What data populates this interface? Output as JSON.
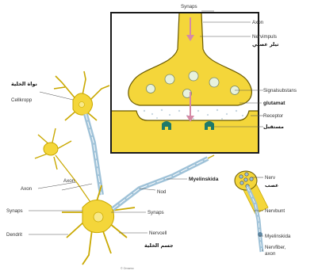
{
  "labels": {
    "synaps_top": "Synaps",
    "axon_inset": "Axon",
    "nervimpuls": "Nervimpuls",
    "nervimpuls_ar": "تيلر عصبي",
    "signalsubstans": "Signalsubstans",
    "glutamat": "glutamat",
    "receptor": "Receptor",
    "receptor_ar": "مستقبل",
    "cellkropp_ar": "نواة الخلية",
    "cellkropp": "Cellkropp",
    "axon_left": "Axon",
    "axon_mid": "Axon",
    "myelinskida": "Myelinskida",
    "nod": "Nod",
    "synaps_left": "Synaps",
    "synaps_right": "Synaps",
    "dendrit": "Dendrit",
    "nervcell": "Nervcell",
    "nervcell_ar": "جسم الخلية",
    "nerv": "Nerv",
    "nerv_ar": "عصب",
    "nervbunt": "Nervbunt",
    "myelinskida_small": "Myelinskida",
    "nervfiber": "Nervfiber,",
    "nervfiber_2": "axon",
    "credit": "© Ornamo"
  },
  "colors": {
    "cell_yellow": "#f4d63a",
    "cell_dark": "#c9a800",
    "myelin_blue": "#9fc2d8",
    "inset_frame": "#1a1a1a",
    "vesicle_fill": "#e8f2dc",
    "receptor_green": "#1f7a6a",
    "arrow_pink": "#d58aa6",
    "cleft_grey": "#d9e3ea"
  }
}
